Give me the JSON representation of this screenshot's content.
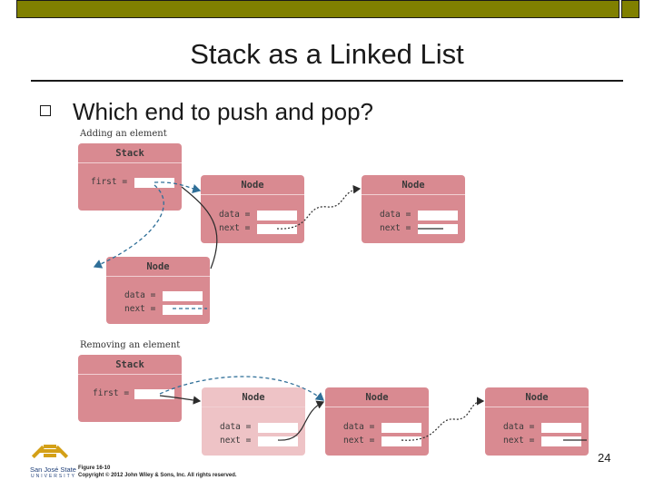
{
  "slide": {
    "title": "Stack as a Linked List",
    "bullet": "Which end to push and pop?",
    "page_number": "24"
  },
  "adding": {
    "label": "Adding an element",
    "stack": {
      "title": "Stack",
      "field": "first ="
    },
    "nodes": [
      {
        "title": "Node",
        "data_label": "data =",
        "next_label": "next ="
      },
      {
        "title": "Node",
        "data_label": "data =",
        "next_label": "next ="
      },
      {
        "title": "Node",
        "data_label": "data =",
        "next_label": "next ="
      }
    ]
  },
  "removing": {
    "label": "Removing an element",
    "stack": {
      "title": "Stack",
      "field": "first ="
    },
    "nodes": [
      {
        "title": "Node",
        "data_label": "data =",
        "next_label": "next ="
      },
      {
        "title": "Node",
        "data_label": "data =",
        "next_label": "next ="
      },
      {
        "title": "Node",
        "data_label": "data =",
        "next_label": "next ="
      }
    ]
  },
  "footer": {
    "logo_text": "San José State",
    "logo_sub": "UNIVERSITY",
    "figure": "Figure 16-10",
    "copyright": "Copyright © 2012 John Wiley & Sons, Inc. All rights reserved."
  },
  "colors": {
    "node_fill": "#d98a91",
    "node_fill_removed": "#eec3c6",
    "pointer_solid": "#2b2b2b",
    "pointer_dashed": "#2f6f98",
    "title_bar": "#808000"
  }
}
